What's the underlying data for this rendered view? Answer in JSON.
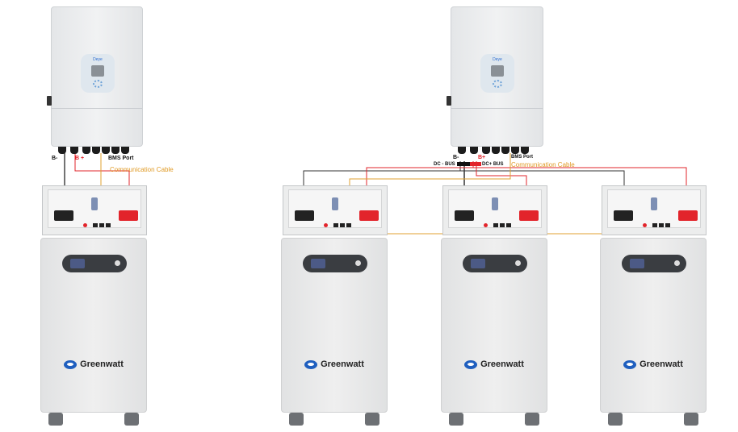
{
  "single_system": {
    "inverter_logo": "Deye",
    "labels": {
      "b_minus": "B-",
      "b_plus": "B +",
      "bms_port": "BMS Port",
      "communication_cable": "Communication Cable"
    },
    "battery_brand": "Greenwatt"
  },
  "parallel_system": {
    "inverter_logo": "Deye",
    "labels": {
      "b_minus": "B-",
      "b_plus": "B+",
      "dc_minus_bus": "DC - BUS",
      "dc_plus_bus": "DC+ BUS",
      "bms_port": "BMS Port",
      "communication_cable": "Communication Cable"
    },
    "battery_brand": "Greenwatt",
    "battery_count": 3
  },
  "colors": {
    "positive_wire": "#e2242b",
    "negative_wire": "#333333",
    "comm_wire": "#e0a030"
  }
}
